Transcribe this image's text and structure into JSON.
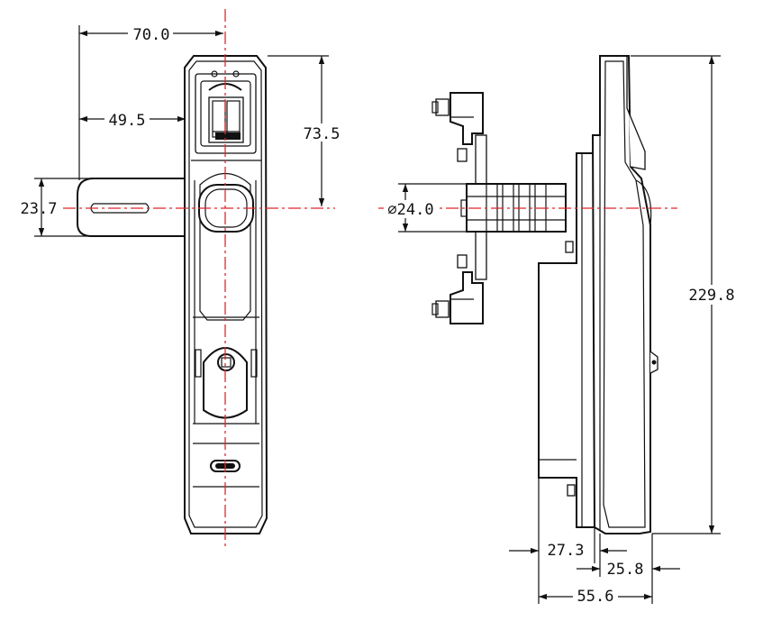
{
  "drawing": {
    "dimensions": {
      "width_total": "70.0",
      "handle_offset": "49.5",
      "height_upper": "73.5",
      "shaft_width": "23.7",
      "shaft_diameter": "⌀24.0",
      "total_height": "229.8",
      "base_depth": "27.3",
      "plate_depth": "25.8",
      "overall_depth": "55.6"
    }
  }
}
